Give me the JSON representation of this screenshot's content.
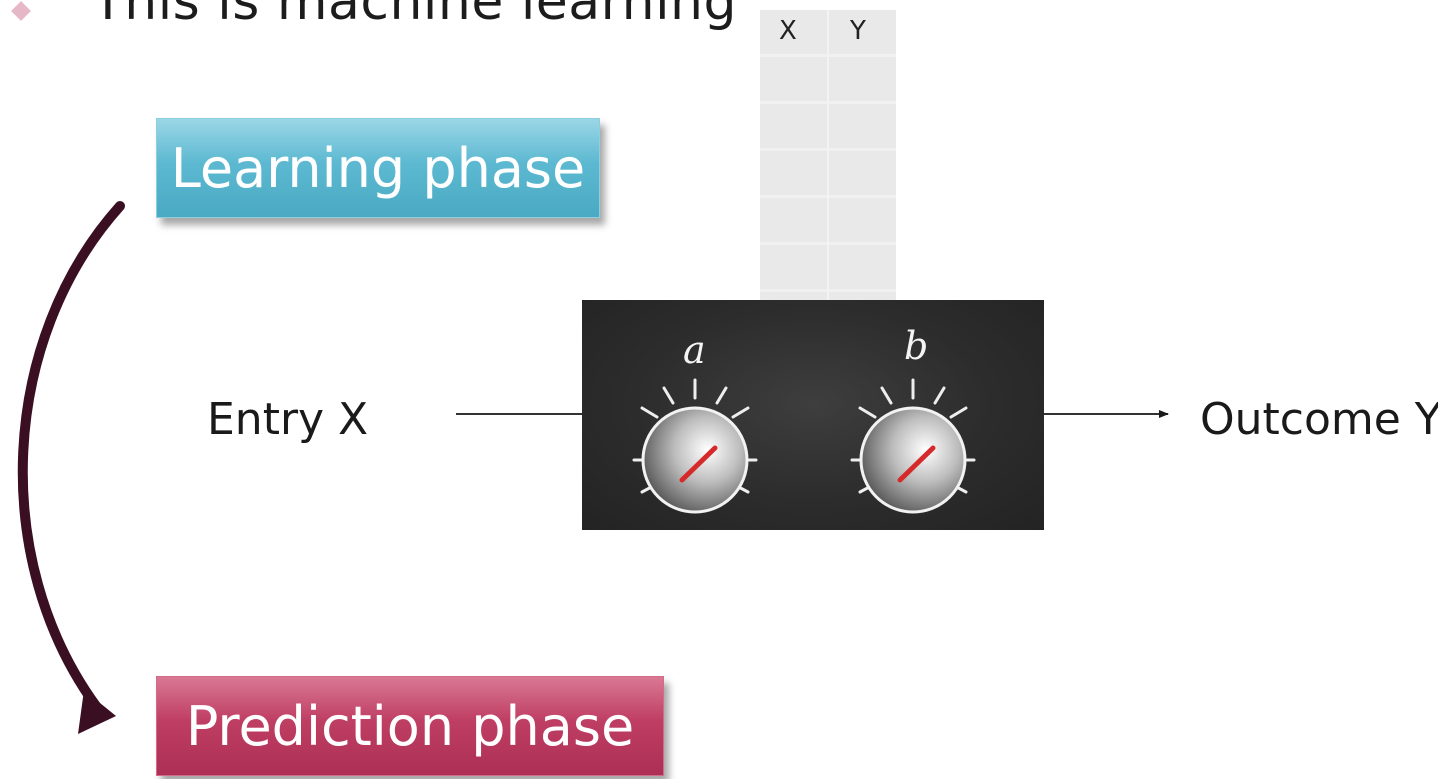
{
  "slide": {
    "bullet_text": "This is machine learning",
    "colors": {
      "learning_box": "#4aa9c3",
      "prediction_box": "#ad2f55",
      "arrow": "#3a0f22",
      "machine": "#2c2c2c",
      "needle": "#d62a2a"
    }
  },
  "table": {
    "col_x": "X",
    "col_y": "Y"
  },
  "phases": {
    "learning": "Learning phase",
    "prediction": "Prediction phase"
  },
  "model": {
    "input_label": "Entry X",
    "output_label": "Outcome Y",
    "knobs": [
      {
        "label": "a",
        "icon": "dial-knob-icon"
      },
      {
        "label": "b",
        "icon": "dial-knob-icon"
      }
    ]
  }
}
